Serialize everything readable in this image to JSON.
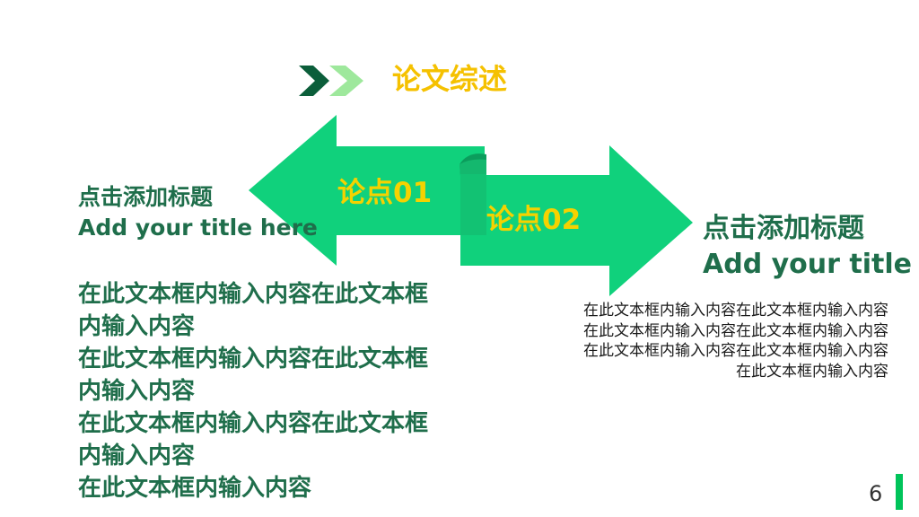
{
  "slide": {
    "title": "论文综述",
    "point1_label": "论点01",
    "point2_label": "论点02",
    "left": {
      "heading_cn": "点击添加标题",
      "heading_en": "Add your title here",
      "body_lines": [
        "在此文本框内输入内容在此文本框",
        "内输入内容",
        "在此文本框内输入内容在此文本框",
        "内输入内容",
        "在此文本框内输入内容在此文本框",
        "内输入内容",
        "在此文本框内输入内容"
      ]
    },
    "right": {
      "heading_cn": "点击添加标题",
      "heading_en": "Add your title here",
      "body_lines": [
        "在此文本框内输入内容在此文本框内输入内容",
        "在此文本框内输入内容在此文本框内输入内容",
        "在此文本框内输入内容在此文本框内输入内容",
        "在此文本框内输入内容"
      ]
    },
    "page_number": "6"
  },
  "colors": {
    "arrow_green": "#10d17c",
    "arrow_shadow": "#0b9d5c",
    "chevron_dark": "#0b5e3a",
    "chevron_light": "#9ee89c",
    "title_yellow": "#f5c100",
    "text_green": "#1f6e4b",
    "accent_bar": "#00c45a"
  }
}
